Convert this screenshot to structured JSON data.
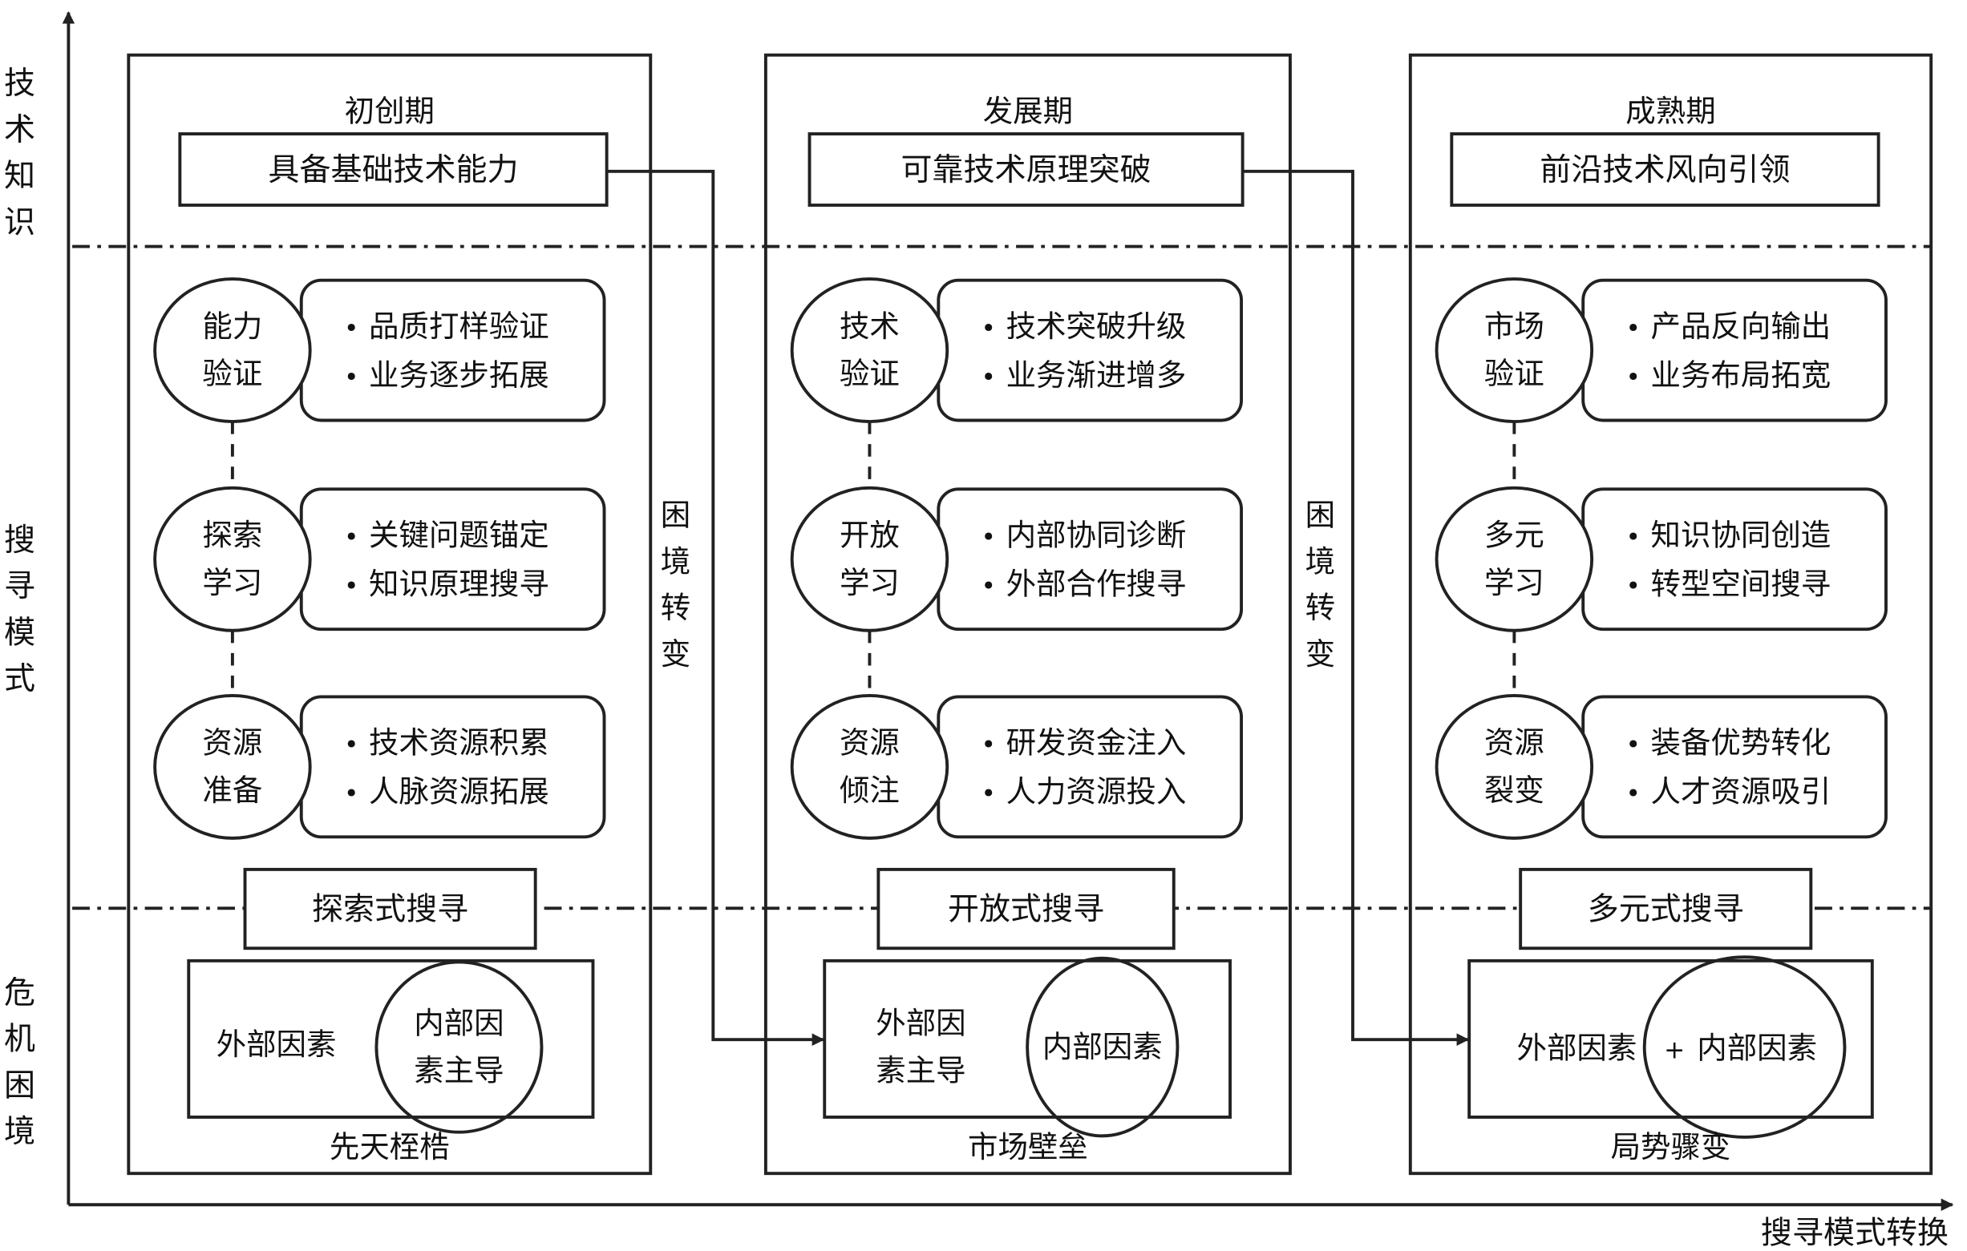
{
  "axes": {
    "y_axis_segments": [
      {
        "id": "tech-knowledge",
        "label": "技术知识"
      },
      {
        "id": "search-mode",
        "label": "搜寻模式"
      },
      {
        "id": "crisis",
        "label": "危机困境"
      }
    ],
    "x_axis_label": "搜寻模式转换"
  },
  "transition_label": "困境转变",
  "stages": [
    {
      "title": "初创期",
      "tech_box": "具备基础技术能力",
      "mechanisms": [
        {
          "name": "能力验证",
          "lines": [
            "品质打样验证",
            "业务逐步拓展"
          ]
        },
        {
          "name": "探索学习",
          "lines": [
            "关键问题锚定",
            "知识原理搜寻"
          ]
        },
        {
          "name": "资源准备",
          "lines": [
            "技术资源积累",
            "人脉资源拓展"
          ]
        }
      ],
      "search_mode": "探索式搜寻",
      "crisis": {
        "outer": "外部因素",
        "inner": "内部因素主导",
        "joiner": ""
      },
      "crisis_label": "先天桎梏"
    },
    {
      "title": "发展期",
      "tech_box": "可靠技术原理突破",
      "mechanisms": [
        {
          "name": "技术验证",
          "lines": [
            "技术突破升级",
            "业务渐进增多"
          ]
        },
        {
          "name": "开放学习",
          "lines": [
            "内部协同诊断",
            "外部合作搜寻"
          ]
        },
        {
          "name": "资源倾注",
          "lines": [
            "研发资金注入",
            "人力资源投入"
          ]
        }
      ],
      "search_mode": "开放式搜寻",
      "crisis": {
        "outer": "外部因素主导",
        "inner": "内部因素",
        "joiner": ""
      },
      "crisis_label": "市场壁垒"
    },
    {
      "title": "成熟期",
      "tech_box": "前沿技术风向引领",
      "mechanisms": [
        {
          "name": "市场验证",
          "lines": [
            "产品反向输出",
            "业务布局拓宽"
          ]
        },
        {
          "name": "多元学习",
          "lines": [
            "知识协同创造",
            "转型空间搜寻"
          ]
        },
        {
          "name": "资源裂变",
          "lines": [
            "装备优势转化",
            "人才资源吸引"
          ]
        }
      ],
      "search_mode": "多元式搜寻",
      "crisis": {
        "outer": "外部因素",
        "inner": "内部因素",
        "joiner": "+"
      },
      "crisis_label": "局势骤变"
    }
  ],
  "bullet": "•"
}
